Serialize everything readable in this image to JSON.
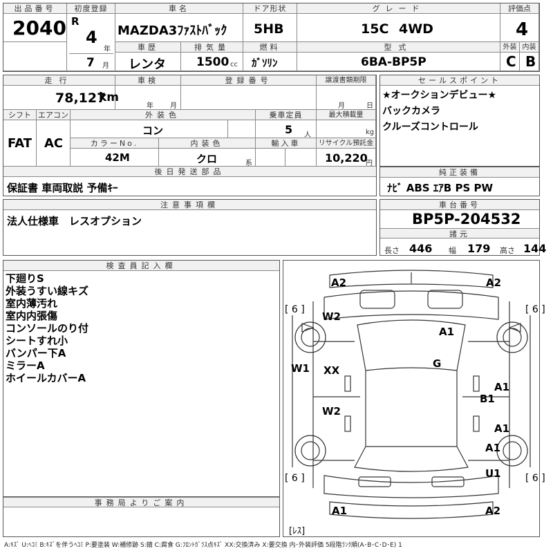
{
  "header": {
    "lot_label": "出品番号",
    "lot": "2040",
    "first_reg_label": "初度登録",
    "era": "R",
    "year": "4",
    "year_unit": "年",
    "month": "7",
    "month_unit": "月",
    "car_name_label": "車名",
    "car_name": "MAZDA3ﾌｧｽﾄﾊﾞｯｸ",
    "door_label": "ドア形状",
    "door": "5HB",
    "grade_label": "グレード",
    "grade": "15C 4WD",
    "score_label": "評価点",
    "score": "4",
    "history_label": "車歴",
    "history": "レンタ",
    "displacement_label": "排気量",
    "displacement": "1500",
    "cc": "cc",
    "fuel_label": "燃料",
    "fuel": "ｶﾞｿﾘﾝ",
    "model_label": "型式",
    "model": "6BA-BP5P",
    "ext_label": "外装",
    "ext": "C",
    "int_label": "内装",
    "int": "B"
  },
  "row2": {
    "mileage_label": "走行",
    "mileage": "78,127",
    "km": "km",
    "inspection_label": "車検",
    "insp_year": "年",
    "insp_month": "月",
    "reg_label": "登録番号",
    "transfer_label": "譲渡書類期限",
    "transfer_month": "月",
    "transfer_day": "日",
    "shift_label": "シフト",
    "shift": "FAT",
    "ac_label": "エアコン",
    "ac": "AC",
    "ext_color_label": "外装色",
    "ext_color": "コン",
    "capacity_label": "乗車定員",
    "capacity": "5",
    "capacity_unit": "人",
    "load_label": "最大積載量",
    "load_unit": "kg",
    "colorno_label": "カラーNo.",
    "colorno": "42M",
    "int_color_label": "内装色",
    "int_color": "クロ",
    "int_color_unit": "系",
    "import_label": "輸入車",
    "recycle_label": "リサイクル預託金",
    "recycle": "10,220",
    "recycle_unit": "円"
  },
  "sales": {
    "label": "セールスポイント",
    "items": [
      "★オークションデビュー★",
      "バックカメラ",
      "クルーズコントロール"
    ]
  },
  "later": {
    "label": "後日発送部品",
    "value": "保証書 車両取説 予備ｷｰ"
  },
  "equip": {
    "label": "純正装備",
    "value": "ﾅﾋﾞ ABS ｴｱB PS PW"
  },
  "notes": {
    "label": "注意事項欄",
    "value": "法人仕様車　レスオプション"
  },
  "chassis": {
    "label": "車台番号",
    "value": "BP5P-204532",
    "spec_label": "諸元",
    "len_label": "長さ",
    "len": "446",
    "wid_label": "幅",
    "wid": "179",
    "hei_label": "高さ",
    "hei": "144"
  },
  "inspector": {
    "label": "検査員記入欄",
    "lines": [
      "下廻りS",
      "外装うすい線キズ",
      "室内薄汚れ",
      "室内内張傷",
      "コンソールのり付",
      "シートすれ小",
      "バンパー下A",
      "ミラーA",
      "ホイールカバーA"
    ]
  },
  "office": {
    "label": "事務局よりご案内"
  },
  "diagram": {
    "marks": {
      "a2_tl": "A2",
      "a2_tr": "A2",
      "w2_top": "W2",
      "a1_hood": "A1",
      "g": "G",
      "w1": "W1",
      "xx": "XX",
      "w2_bot": "W2",
      "a1_r1": "A1",
      "b1": "B1",
      "a1_r2": "A1",
      "a1_r3": "A1",
      "u1": "U1",
      "a1_bl": "A1",
      "a2_br": "A2"
    },
    "tire_fl": "[ 6 ]",
    "tire_fr": "[ 6 ]",
    "tire_rl": "[ 6 ]",
    "tire_rr": "[ 6 ]",
    "spare": "[ﾚｽ]"
  },
  "legend": "A:ｷｽﾞ U:ﾍｺﾐ B:ｷｽﾞを伴うﾍｺﾐ P:要塗装 W:補修跡 S:錆 C:腐食 G:ﾌﾛﾝﾄｶﾞﾗｽ点ｷｽﾞ XX:交換済み X:要交換 内･外装評価 5段階ﾗﾝｸ順(A･B･C･D･E) 1"
}
